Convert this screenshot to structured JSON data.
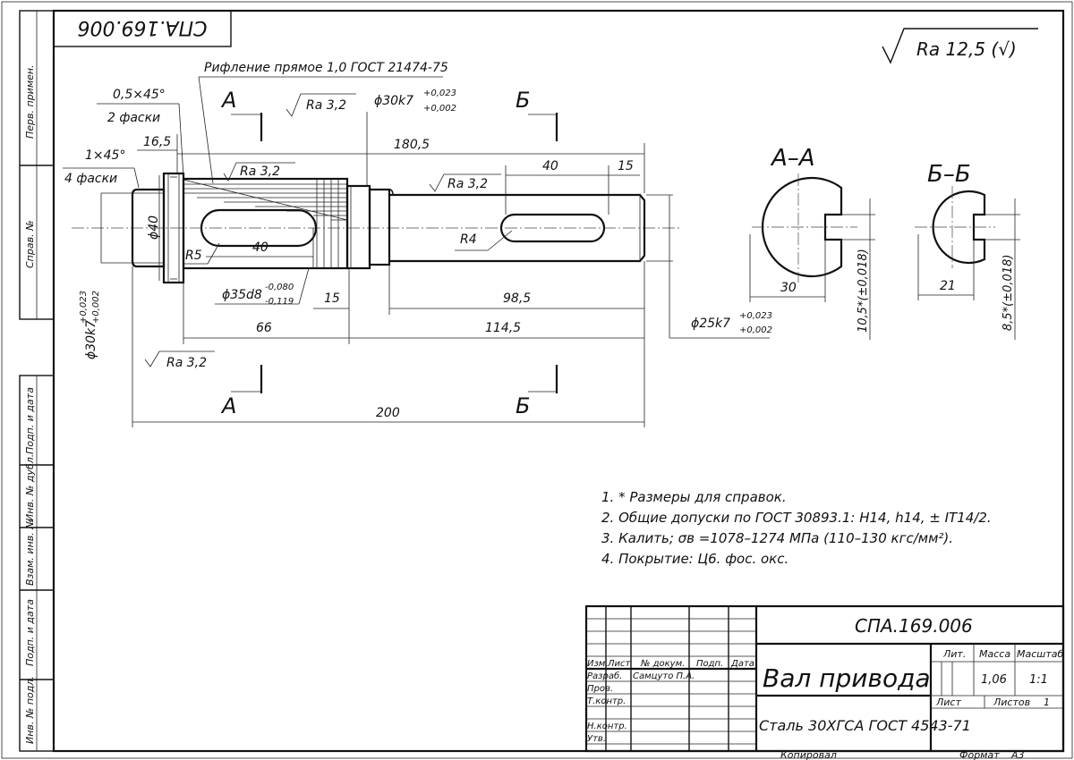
{
  "stamp_top": "СПА.169.006",
  "roughness_general": "Ra 12,5 (√)",
  "side_labels": [
    "Перв. примен.",
    "Справ. №",
    "Подп. и дата",
    "Инв. № дубл.",
    "Взам. инв. №",
    "Подп. и дата",
    "Инв. № подл."
  ],
  "drawing": {
    "knurl_note": "Рифление прямое 1,0 ГОСТ 21474-75",
    "chamfer_2": "0,5×45°",
    "chamfer_2_count": "2 фаски",
    "chamfer_4": "1×45°",
    "chamfer_4_count": "4 фаски",
    "dim_16_5": "16,5",
    "dim_180_5": "180,5",
    "dim_40_top": "40",
    "dim_15_top": "15",
    "dim_40_key": "40",
    "dim_15_bot": "15",
    "dim_66": "66",
    "dim_98_5": "98,5",
    "dim_114_5": "114,5",
    "dim_200": "200",
    "dia_40": "ϕ40",
    "r5": "R5",
    "r4": "R4",
    "ra_32": "Ra 3,2",
    "dia_30_top": "ϕ30k7",
    "dia_30_top_tol_up": "+0,023",
    "dia_30_top_tol_lo": "+0,002",
    "dia_35": "ϕ35d8",
    "dia_35_tol_up": "-0,080",
    "dia_35_tol_lo": "-0,119",
    "dia_30_left": "ϕ30k7",
    "dia_30_left_tol_up": "+0,023",
    "dia_30_left_tol_lo": "+0,002",
    "dia_25": "ϕ25k7",
    "dia_25_tol_up": "+0,023",
    "dia_25_tol_lo": "+0,002",
    "sec_a": "А",
    "sec_b": "Б",
    "sec_aa": "А–А",
    "sec_bb": "Б–Б",
    "aa_width": "30",
    "aa_depth": "10,5*(±0,018)",
    "bb_width": "21",
    "bb_depth": "8,5*(±0,018)"
  },
  "notes": [
    "1.  * Размеры для справок.",
    "2.  Общие допуски по ГОСТ 30893.1: H14, h14, ± IT14/2.",
    "3.  Калить; σв =1078–1274 МПа (110–130 кгс/мм²).",
    "4.  Покрытие: Ц6. фос. окс."
  ],
  "title_block": {
    "doc_code": "СПА.169.006",
    "name": "Вал привода",
    "material": "Сталь 30ХГСА ГОСТ 4543-71",
    "hdr_lit": "Лит.",
    "hdr_mass": "Масса",
    "hdr_scale": "Масштаб",
    "mass": "1,06",
    "scale": "1:1",
    "sheet": "Лист",
    "sheets": "Листов",
    "sheets_count": "1",
    "col_izm": "Изм.",
    "col_list": "Лист",
    "col_doc": "№ докум.",
    "col_sign": "Подп.",
    "col_date": "Дата",
    "row_razrab": "Разраб.",
    "row_razrab_name": "Самцуто П.А.",
    "row_prov": "Пров.",
    "row_tkontr": "Т.контр.",
    "row_nkontr": "Н.контр.",
    "row_utv": "Утв.",
    "copied": "Копировал",
    "format_label": "Формат",
    "format_value": "А3"
  }
}
